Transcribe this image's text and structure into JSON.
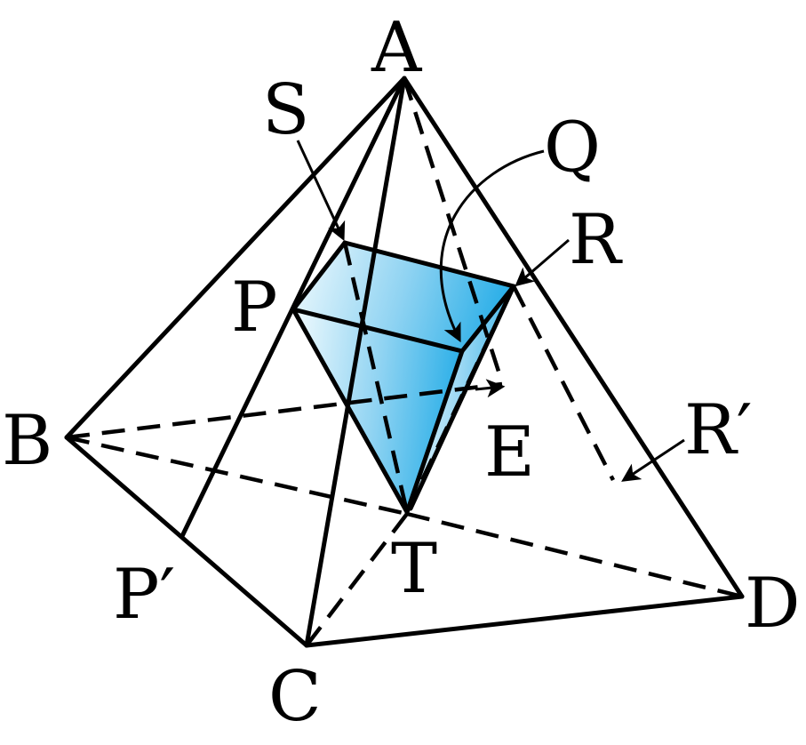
{
  "labels": {
    "A": "A",
    "B": "B",
    "C": "C",
    "D": "D",
    "E": "E",
    "P": "P",
    "P_prime": "P′",
    "Q": "Q",
    "R": "R",
    "R_prime": "R′",
    "S": "S",
    "T": "T"
  },
  "colors": {
    "stroke": "#000000",
    "fill_light": "#eaf7fd",
    "fill_dark": "#3fb8ea"
  }
}
